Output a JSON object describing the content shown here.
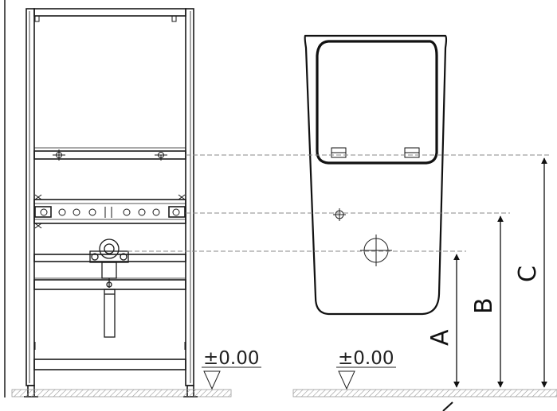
{
  "drawing": {
    "level_marks": [
      "±0.00",
      "±0.00"
    ],
    "dimensions": [
      "A",
      "B",
      "C"
    ]
  },
  "colors": {
    "line": "#1a1a1a",
    "hidden": "#9a9a9a",
    "floor_hatch": "#bdbdbd"
  }
}
